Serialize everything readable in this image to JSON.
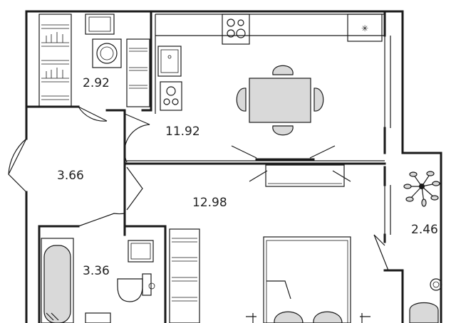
{
  "plan": {
    "rooms": [
      {
        "id": "utility",
        "area": "2.92"
      },
      {
        "id": "kitchen",
        "area": "11.92"
      },
      {
        "id": "hallway",
        "area": "3.66"
      },
      {
        "id": "living",
        "area": "12.98"
      },
      {
        "id": "bathroom",
        "area": "3.36"
      },
      {
        "id": "balcony",
        "area": "2.46"
      }
    ],
    "icons": [
      "wardrobe-icon",
      "washing-machine-icon",
      "sink-icon",
      "stove-icon",
      "fridge-icon",
      "dining-table-icon",
      "chair-icon",
      "bathtub-icon",
      "toilet-icon",
      "bed-icon",
      "pillow-icon",
      "plant-icon",
      "window-icon",
      "door-swing-icon"
    ],
    "colors": {
      "wall": "#1a1a1a",
      "furniture_fill": "#d9d9d9",
      "background": "#ffffff"
    }
  }
}
